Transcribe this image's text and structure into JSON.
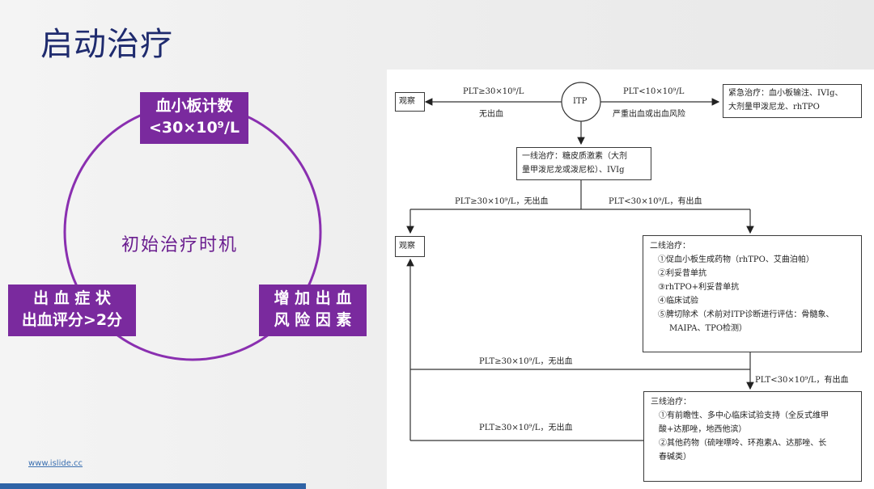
{
  "slide": {
    "title": "启动治疗",
    "link": "www.islide.cc"
  },
  "cycle": {
    "center_label": "初始治疗时机",
    "top_box": [
      "血小板计数",
      "<30×10⁹/L"
    ],
    "left_box": [
      "出 血 症 状",
      "出血评分>2分"
    ],
    "right_box": [
      "增 加 出 血",
      "风 险 因 素"
    ],
    "accent_color": "#7a2a9e"
  },
  "flowchart": {
    "itp_node": "ITP",
    "observe_top": "观察",
    "observe_mid": "观察",
    "edge_left_top": "PLT≥30×10⁹/L",
    "edge_left_bottom": "无出血",
    "edge_right_top": "PLT<10×10⁹/L",
    "edge_right_bottom": "严重出血或出血风险",
    "emergency": [
      "紧急治疗：血小板输注、IVIg、",
      "大剂量甲泼尼龙、rhTPO"
    ],
    "first_line": [
      "一线治疗：糖皮质激素（大剂",
      "量甲泼尼龙或泼尼松）、IVIg"
    ],
    "branch_left": "PLT≥30×10⁹/L，无出血",
    "branch_right": "PLT<30×10⁹/L，有出血",
    "second_line": [
      "二线治疗：",
      "①促血小板生成药物（rhTPO、艾曲泊帕）",
      "②利妥昔单抗",
      "③rhTPO+利妥昔单抗",
      "④临床试验",
      "⑤脾切除术（术前对ITP诊断进行评估：骨髓象、",
      "MAIPA、TPO检测）"
    ],
    "back_edge_1": "PLT≥30×10⁹/L，无出血",
    "edge_to_third": "PLT<30×10⁹/L，有出血",
    "third_line": [
      "三线治疗：",
      "①有前瞻性、多中心临床试验支持（全反式维甲",
      "酸+达那唑，地西他滨）",
      "②其他药物（硫唑嘌呤、环孢素A、达那唑、长",
      "春碱类）"
    ],
    "back_edge_2": "PLT≥30×10⁹/L，无出血"
  }
}
